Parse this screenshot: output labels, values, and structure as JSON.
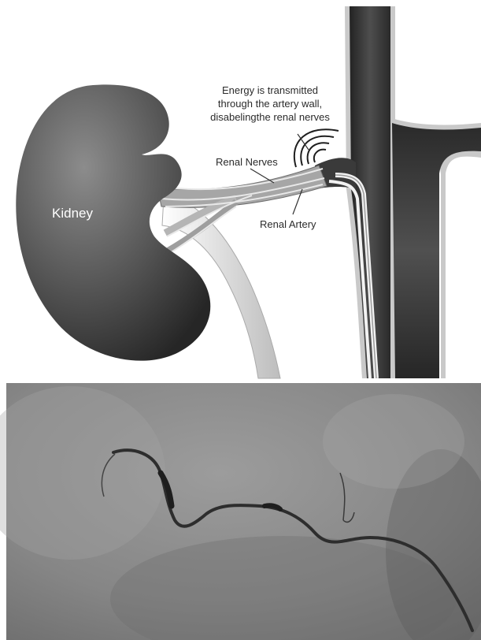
{
  "diagram": {
    "labels": {
      "energy_line1": "Energy is transmitted",
      "energy_line2": "through the artery wall,",
      "energy_line3": "disabelingthe renal nerves",
      "kidney": "Kidney",
      "renal_nerves": "Renal Nerves",
      "renal_artery": "Renal Artery"
    }
  },
  "colors": {
    "aorta": "#3a3a3a",
    "kidney": "#4a4a4a",
    "ureter": "#e4e4e4",
    "angiogram_background": "#8a8a8a"
  }
}
